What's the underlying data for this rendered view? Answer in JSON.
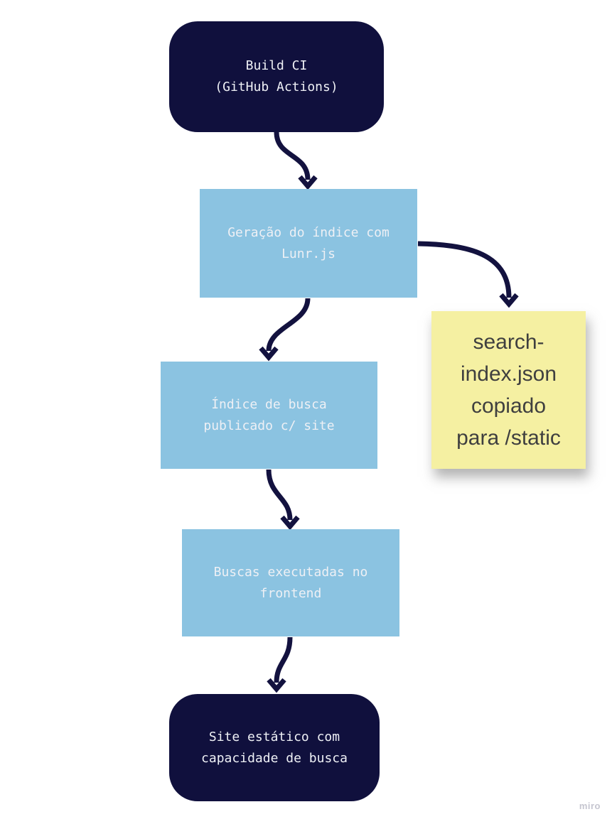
{
  "watermark": "miro",
  "colors": {
    "background": "#ffffff",
    "navy": "#10103d",
    "blue": "#8bc3e1",
    "yellow": "#f5f0a2",
    "node_text": "#eef0f5",
    "sticky_text": "#3f3f3f",
    "arrow": "#13123f",
    "watermark_text": "#c6c6d0"
  },
  "nodes": {
    "build_ci": {
      "label": "Build CI\n(GitHub Actions)",
      "shape": "rounded-rectangle",
      "fill": "navy"
    },
    "index_generation": {
      "label": "Geração do índice com\nLunr.js",
      "shape": "rectangle",
      "fill": "blue"
    },
    "index_published": {
      "label": "Índice de busca\npublicado c/ site",
      "shape": "rectangle",
      "fill": "blue"
    },
    "frontend_search": {
      "label": "Buscas executadas no\nfrontend",
      "shape": "rectangle",
      "fill": "blue"
    },
    "static_site": {
      "label": "Site estático com\ncapacidade de busca",
      "shape": "rounded-rectangle",
      "fill": "navy"
    }
  },
  "sticky_note": {
    "label": "search-\nindex.json\ncopiado\npara /static",
    "fill": "yellow"
  },
  "connectors": [
    {
      "from": "build_ci",
      "to": "index_generation"
    },
    {
      "from": "index_generation",
      "to": "index_published"
    },
    {
      "from": "index_generation",
      "to": "sticky_note"
    },
    {
      "from": "index_published",
      "to": "frontend_search"
    },
    {
      "from": "frontend_search",
      "to": "static_site"
    }
  ]
}
